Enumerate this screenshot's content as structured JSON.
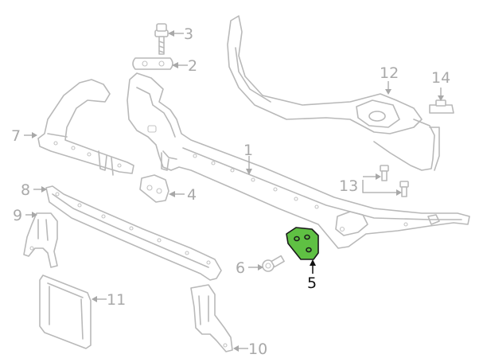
{
  "colors": {
    "part_stroke": "#b9b9b9",
    "callout_text": "#a9a9a9",
    "highlight_fill": "#5fc043",
    "highlight_text": "#111111"
  },
  "callouts": [
    {
      "id": "1",
      "label": "1",
      "highlighted": false
    },
    {
      "id": "2",
      "label": "2",
      "highlighted": false
    },
    {
      "id": "3",
      "label": "3",
      "highlighted": false
    },
    {
      "id": "4",
      "label": "4",
      "highlighted": false
    },
    {
      "id": "5",
      "label": "5",
      "highlighted": true
    },
    {
      "id": "6",
      "label": "6",
      "highlighted": false
    },
    {
      "id": "7",
      "label": "7",
      "highlighted": false
    },
    {
      "id": "8",
      "label": "8",
      "highlighted": false
    },
    {
      "id": "9",
      "label": "9",
      "highlighted": false
    },
    {
      "id": "10",
      "label": "10",
      "highlighted": false
    },
    {
      "id": "11",
      "label": "11",
      "highlighted": false
    },
    {
      "id": "12",
      "label": "12",
      "highlighted": false
    },
    {
      "id": "13",
      "label": "13",
      "highlighted": false
    },
    {
      "id": "14",
      "label": "14",
      "highlighted": false
    }
  ]
}
